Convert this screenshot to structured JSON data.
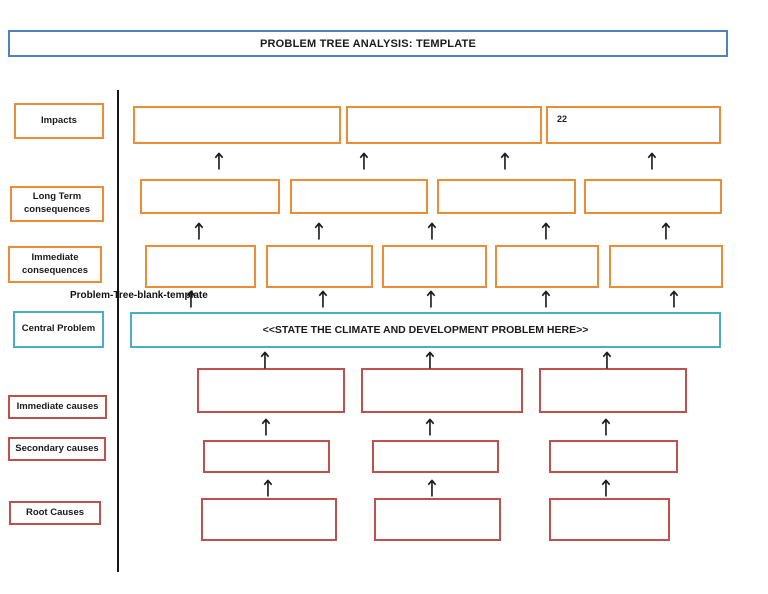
{
  "page": {
    "title": "PROBLEM TREE ANALYSIS: TEMPLATE",
    "filename_label": "Problem-Tree-blank-template"
  },
  "row_labels": {
    "impacts": "Impacts",
    "long_term_consequences": "Long Term consequences",
    "immediate_consequences": "Immediate consequences",
    "central_problem": "Central Problem",
    "immediate_causes": "Immediate causes",
    "secondary_causes": "Secondary causes",
    "root_causes": "Root Causes"
  },
  "boxes": {
    "central_problem_text": "<<STATE THE CLIMATE AND DEVELOPMENT PROBLEM HERE>>",
    "impact_box3_text": "22"
  },
  "icons": {
    "up_arrow": "↑"
  },
  "colors": {
    "title_border": "#4F81BD",
    "consequence_border": "#ED8C37",
    "central_border": "#4BACC6",
    "cause_border": "#C0504D",
    "divider_line": "#161616"
  }
}
